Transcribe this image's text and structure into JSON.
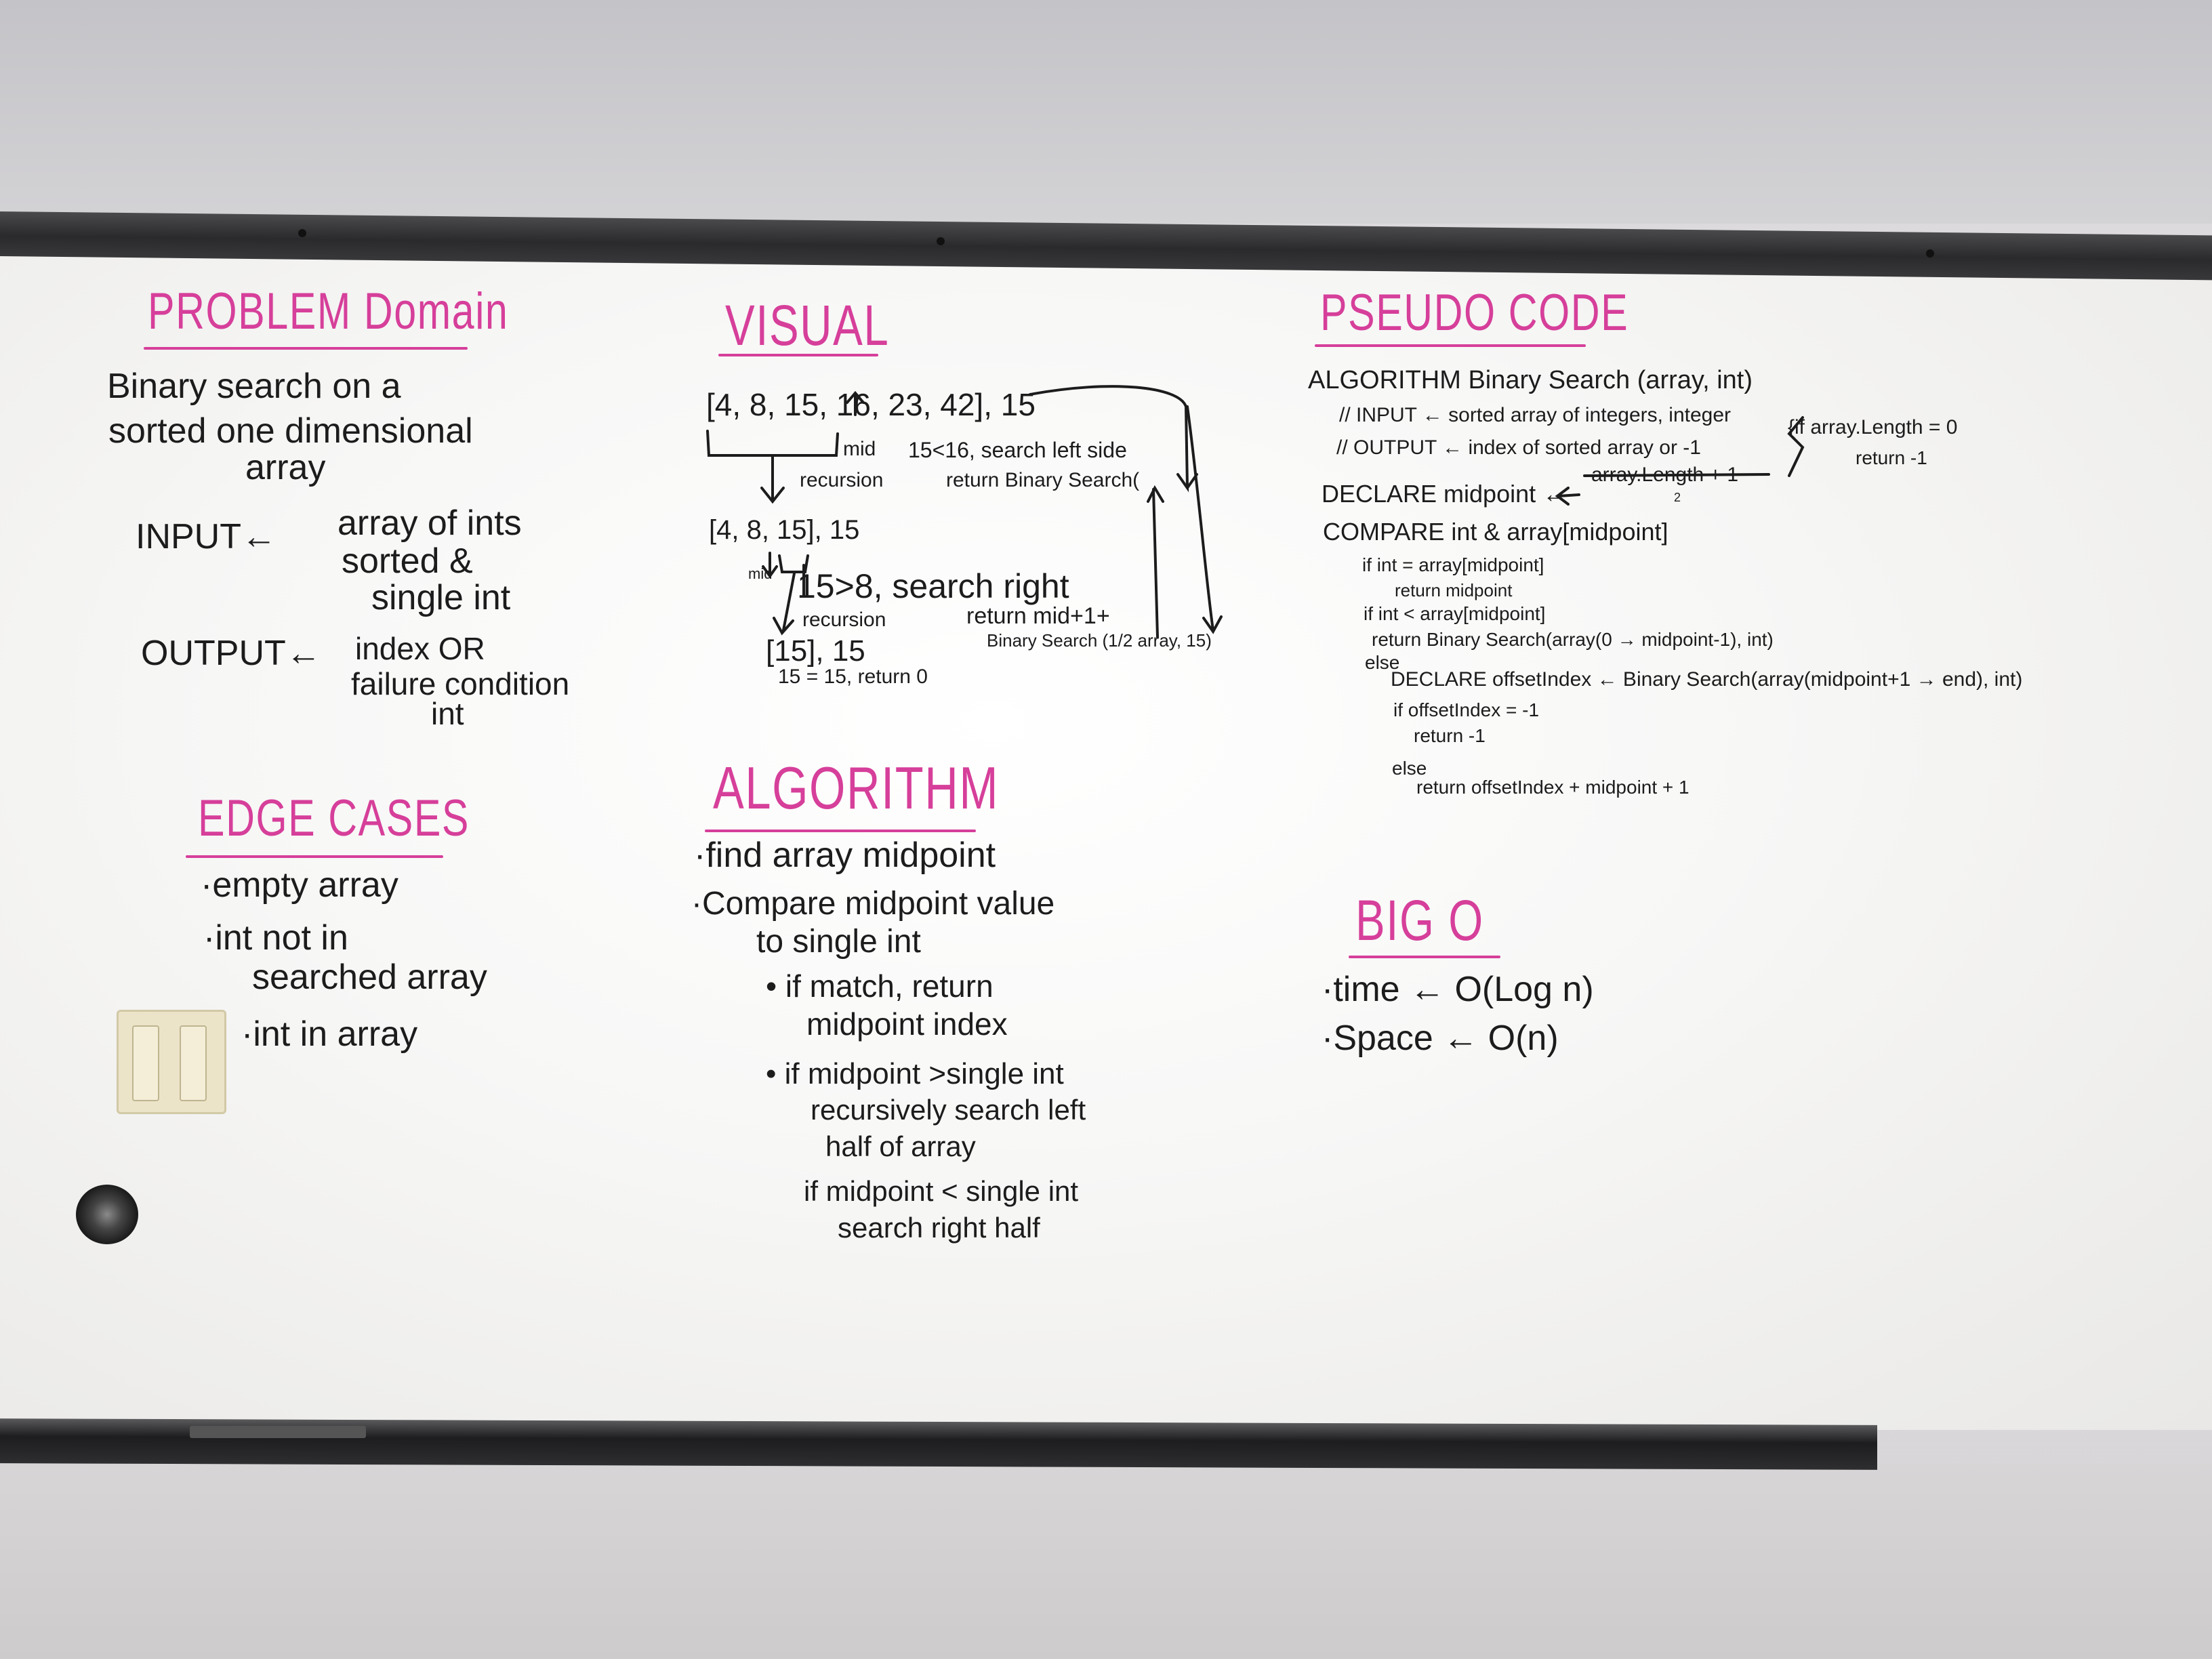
{
  "headings": {
    "problem_domain": "PROBLEM Domain",
    "visual": "VISUAL",
    "pseudo_code": "PSEUDO CODE",
    "edge_cases": "EDGE CASES",
    "algorithm": "ALGORITHM",
    "big_o": "BIG O"
  },
  "problem_domain": {
    "line1": "Binary search on a",
    "line2": "sorted one dimensional",
    "line3": "array",
    "input_label": "INPUT←",
    "input1": "array of ints",
    "input2": "sorted &",
    "input3": "single int",
    "output_label": "OUTPUT←",
    "output1": "index OR",
    "output2": "failure condition",
    "output3": "int"
  },
  "edge_cases": {
    "item1": "·empty array",
    "item2": "·int not in",
    "item2b": "searched array",
    "item3": "·int in array"
  },
  "visual": {
    "array": "[4, 8, 15, 16, 23, 42], 15",
    "mid1": "mid",
    "note1": "15<16, search left side",
    "recursion1": "recursion",
    "return1": "return Binary Search(",
    "array2": "[4, 8, 15], 15",
    "mid2": "mid",
    "compare2": "15>8, search right",
    "recursion2": "recursion",
    "return2": "return mid+1+",
    "return2b": "Binary Search (1/2 array, 15)",
    "array3": "[15], 15",
    "result": "15 = 15, return 0"
  },
  "algorithm": {
    "step1": "·find array midpoint",
    "step2": "·Compare midpoint value",
    "step2b": "to single int",
    "step3": "• if match, return",
    "step3b": "midpoint index",
    "step4": "• if midpoint >single int",
    "step4b": "recursively search left",
    "step4c": "half of array",
    "step5": "if midpoint < single int",
    "step5b": "search right half"
  },
  "pseudo": {
    "l1": "ALGORITHM Binary Search (array, int)",
    "l2": "// INPUT ← sorted array of integers, integer",
    "l3": "// OUTPUT ← index of sorted array or -1",
    "l3_side1": "{if array.Length = 0",
    "l3_side2": "return -1",
    "l4": "DECLARE midpoint ←",
    "l4_frac": "array.Length + 1",
    "l4_den": "2",
    "l5": "COMPARE int & array[midpoint]",
    "l6": "if int = array[midpoint]",
    "l7": "return midpoint",
    "l8": "if int < array[midpoint]",
    "l9": "return Binary Search(array(0 → midpoint-1), int)",
    "l10": "else",
    "l11": "DECLARE offsetIndex ← Binary Search(array(midpoint+1 → end), int)",
    "l12": "if offsetIndex = -1",
    "l13": "return -1",
    "l14": "else",
    "l15": "return offsetIndex + midpoint + 1"
  },
  "big_o": {
    "time": "·time ← O(Log n)",
    "space": "·Space ← O(n)"
  },
  "colors": {
    "marker_pink": "#d63f9a",
    "marker_black": "#1c1c1c"
  }
}
